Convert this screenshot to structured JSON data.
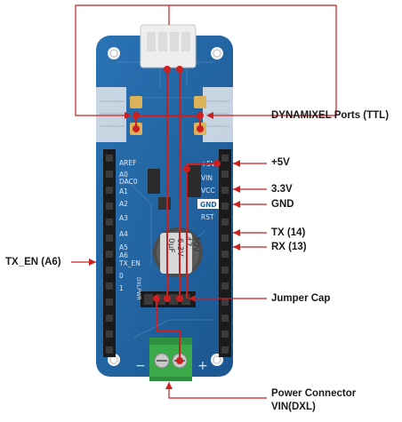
{
  "diagram": {
    "board_silkscreen": {
      "left_header": [
        "AREF",
        "A0",
        "DAC0",
        "A1",
        "A2",
        "A3",
        "A4",
        "A5",
        "A6",
        "TX_EN",
        "0",
        "1"
      ],
      "right_header": [
        "+5V",
        "VIN",
        "VCC",
        "GND",
        "RST"
      ],
      "capacitor_text": [
        "0µF",
        "6.3V",
        "47",
        "50V"
      ],
      "jumper_text": "DXLPWR",
      "polarity_minus": "−",
      "polarity_plus": "+"
    },
    "callouts": [
      {
        "id": "dynamixel_ports",
        "text": "DYNAMIXEL Ports (TTL)"
      },
      {
        "id": "plus5v",
        "text": "+5V"
      },
      {
        "id": "v33",
        "text": "3.3V"
      },
      {
        "id": "gnd",
        "text": "GND"
      },
      {
        "id": "tx",
        "text": "TX (14)"
      },
      {
        "id": "rx",
        "text": "RX (13)"
      },
      {
        "id": "tx_en",
        "text": "TX_EN (A6)"
      },
      {
        "id": "jumper",
        "text": "Jumper Cap"
      },
      {
        "id": "power_line1",
        "text": "Power Connector"
      },
      {
        "id": "power_line2",
        "text": "VIN(DXL)"
      }
    ],
    "colors": {
      "board": "#1f5e9a",
      "board_light": "#2a73b4",
      "header": "#1b1b1b",
      "pointer_red": "#cc1f1f",
      "terminal_green": "#3aa948",
      "connector_white": "#eeeeee",
      "pad_gold": "#d9b25a",
      "label_text": "#1a1a1a"
    }
  }
}
